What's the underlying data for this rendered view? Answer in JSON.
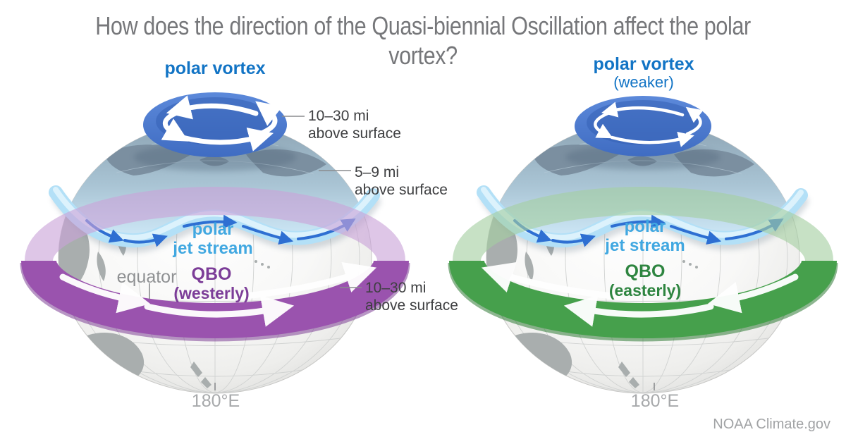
{
  "title": "How does the direction of the Quasi-biennial Oscillation affect the polar vortex?",
  "credit": "NOAA Climate.gov",
  "panels": {
    "left": {
      "vortex_label": "polar vortex",
      "jet_label_line1": "polar",
      "jet_label_line2": "jet stream",
      "qbo_label": "QBO",
      "qbo_sublabel": "(westerly)",
      "equator_label": "equator",
      "longitude_label": "180°E",
      "annotations": {
        "vortex_altitude": [
          "10–30 mi",
          "above surface"
        ],
        "jet_altitude": [
          "5–9 mi",
          "above surface"
        ],
        "qbo_altitude": [
          "10–30 mi",
          "above surface"
        ]
      }
    },
    "right": {
      "vortex_label": "polar vortex",
      "vortex_sublabel": "(weaker)",
      "jet_label_line1": "polar",
      "jet_label_line2": "jet stream",
      "qbo_label": "QBO",
      "qbo_sublabel": "(easterly)",
      "longitude_label": "180°E"
    }
  },
  "colors": {
    "title_gray": "#76777a",
    "vortex_label_blue": "#1274c5",
    "jet_label_blue": "#41a8e1",
    "qbo_westerly_label": "#7c3d98",
    "qbo_easterly_label": "#2e8540",
    "annotation_gray": "#3e3f41",
    "equator_gray": "#8f9193",
    "longitude_gray": "#a7a9ab",
    "credit_gray": "#a1a3a5",
    "vortex_fill": "#4a77cc",
    "vortex_inner": "#3560b4",
    "jet_band": "#b3e0f7",
    "jet_arrow": "#2e6fd2",
    "qbo_westerly_band": "#9a53ae",
    "qbo_westerly_back": "#c9a3d8",
    "qbo_easterly_band": "#46a04c",
    "qbo_easterly_back": "#a5cfa2",
    "polar_continent": "#7b8fa0",
    "continent_gray": "#a9aeae",
    "leader_gray": "#8a8c8e",
    "globe_edge": "#c6c6c4"
  }
}
